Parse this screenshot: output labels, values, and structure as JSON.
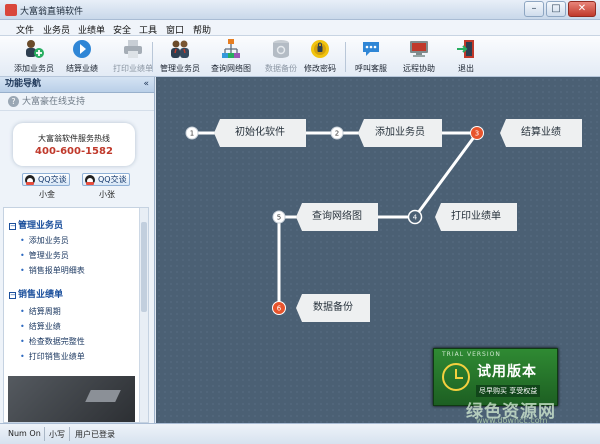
{
  "window": {
    "title": "大富翁直销软件",
    "min_symbol": "–",
    "max_symbol": "□",
    "close_symbol": "✕"
  },
  "menu": [
    "文件",
    "业务员",
    "业绩单",
    "安全",
    "工具",
    "窗口",
    "帮助"
  ],
  "toolbar": [
    {
      "label": "添加业务员",
      "icon": "add-salesman-icon",
      "enabled": true
    },
    {
      "label": "结算业绩",
      "icon": "settle-play-icon",
      "enabled": true
    },
    {
      "label": "打印业绩单",
      "icon": "printer-icon",
      "enabled": false
    },
    {
      "label": "管理业务员",
      "icon": "manage-people-icon",
      "enabled": true
    },
    {
      "label": "查询网络图",
      "icon": "network-chart-icon",
      "enabled": true
    },
    {
      "label": "数据备份",
      "icon": "database-backup-icon",
      "enabled": false
    },
    {
      "label": "修改密码",
      "icon": "key-lock-icon",
      "enabled": true
    },
    {
      "label": "呼叫客服",
      "icon": "chat-bubble-icon",
      "enabled": true
    },
    {
      "label": "远程协助",
      "icon": "remote-assist-icon",
      "enabled": true
    },
    {
      "label": "退出",
      "icon": "exit-door-icon",
      "enabled": true
    }
  ],
  "sidebar": {
    "title": "功能导航",
    "collapse_symbol": "«",
    "support_title": "大富豪在线支持",
    "hotline_label": "大富翁软件服务热线",
    "hotline_number": "400-600-1582",
    "qq_buttons": [
      {
        "label": "QQ交谈",
        "name": "小金"
      },
      {
        "label": "QQ交谈",
        "name": "小张"
      }
    ],
    "groups": [
      {
        "title": "管理业务员",
        "items": [
          "添加业务员",
          "管理业务员",
          "销售报单明细表"
        ]
      },
      {
        "title": "销售业绩单",
        "items": [
          "结算周期",
          "结算业绩",
          "检查数据完整性",
          "打印销售业绩单"
        ]
      }
    ]
  },
  "flow": {
    "steps": [
      {
        "number": "1",
        "label": "初始化软件",
        "active": false
      },
      {
        "number": "2",
        "label": "添加业务员",
        "active": false
      },
      {
        "number": "3",
        "label": "结算业绩",
        "active": true
      },
      {
        "number": "4",
        "label": "打印业绩单",
        "active": false
      },
      {
        "number": "5",
        "label": "查询网络图",
        "active": false
      },
      {
        "number": "6",
        "label": "数据备份",
        "active": true
      }
    ],
    "colors": {
      "active": "#e8542c",
      "inactive": "#ffffff",
      "line": "#ffffff",
      "canvas": "#4b6074"
    }
  },
  "trial_badge": {
    "version_label": "TRIAL VERSION",
    "title": "试用版本",
    "subtitle": "尽早购买 享受权益"
  },
  "status": [
    "Num On",
    "小写",
    "用户已登录"
  ],
  "watermark": {
    "text": "绿色资源网",
    "url": "www.downcc.com"
  }
}
